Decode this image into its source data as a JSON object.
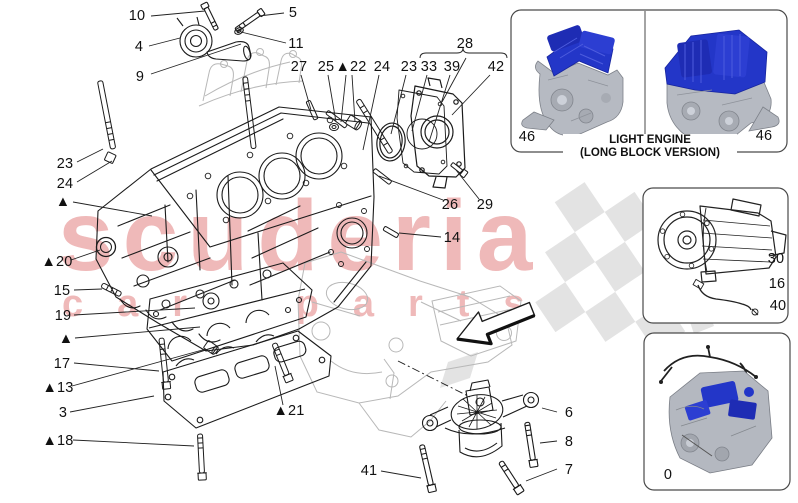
{
  "watermark": {
    "title": "scuderia",
    "subtitle": "car parts",
    "color": "#efb9b9"
  },
  "light_engine_box": {
    "caption_line1": "LIGHT ENGINE",
    "caption_line2": "(LONG BLOCK VERSION)"
  },
  "colors": {
    "line": "#1b1b1b",
    "ghost": "#b8b8b8",
    "flag": "#e3e3e3",
    "engine_blue": "#2336c8",
    "engine_gray": "#b6bac2"
  },
  "icons": {
    "arrow": "left-direction-arrow",
    "flag": "checkered-flag"
  },
  "callouts": [
    {
      "label": "10"
    },
    {
      "label": "5"
    },
    {
      "label": "4"
    },
    {
      "label": "11"
    },
    {
      "label": "9"
    },
    {
      "label": "27"
    },
    {
      "label": "25"
    },
    {
      "label": "▲22"
    },
    {
      "label": "24"
    },
    {
      "label": "23"
    },
    {
      "label": "33"
    },
    {
      "label": "39"
    },
    {
      "label": "42"
    },
    {
      "label": "28"
    },
    {
      "label": "23"
    },
    {
      "label": "24"
    },
    {
      "label": "▲"
    },
    {
      "label": "▲20"
    },
    {
      "label": "15"
    },
    {
      "label": "19"
    },
    {
      "label": "▲"
    },
    {
      "label": "17"
    },
    {
      "label": "▲13"
    },
    {
      "label": "3"
    },
    {
      "label": "▲18"
    },
    {
      "label": "▲21"
    },
    {
      "label": "26"
    },
    {
      "label": "29"
    },
    {
      "label": "14"
    },
    {
      "label": "41"
    },
    {
      "label": "6"
    },
    {
      "label": "8"
    },
    {
      "label": "7"
    },
    {
      "label": "30"
    },
    {
      "label": "16"
    },
    {
      "label": "40"
    },
    {
      "label": "46"
    },
    {
      "label": "46"
    },
    {
      "label": "0"
    }
  ]
}
